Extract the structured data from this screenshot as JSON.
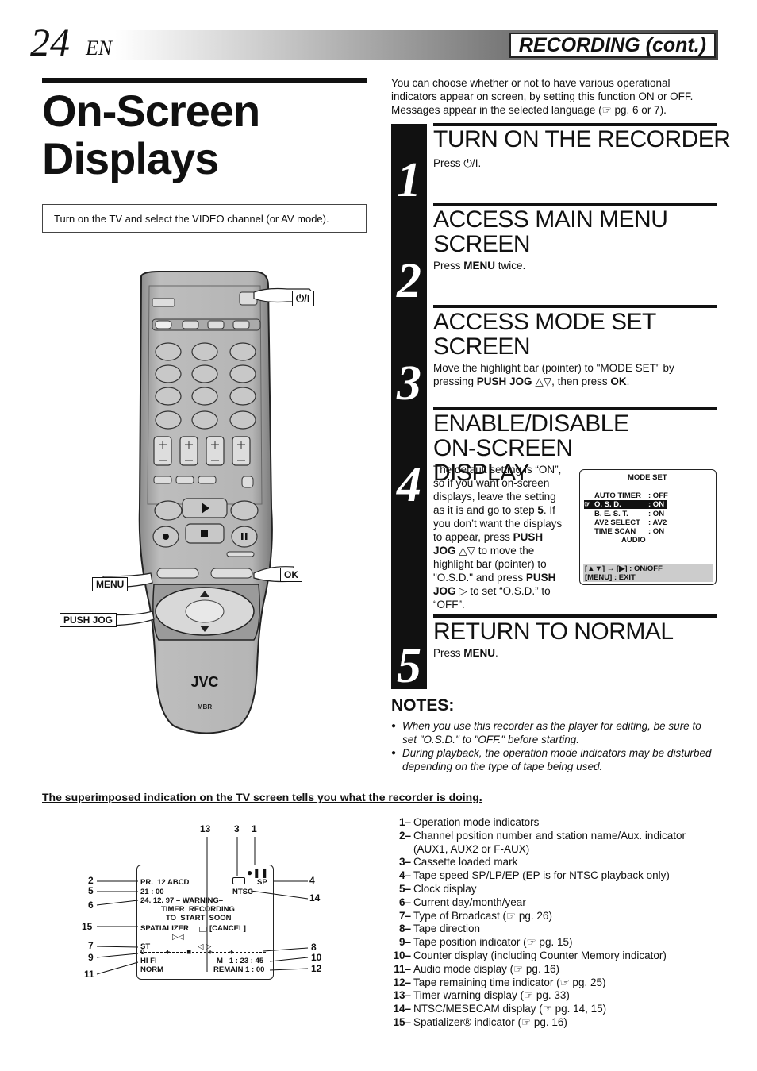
{
  "header": {
    "page_number": "24",
    "language": "EN",
    "section": "RECORDING (cont.)"
  },
  "title": {
    "line1": "On-Screen",
    "line2": "Displays"
  },
  "tv_instruction": "Turn on the TV and select the VIDEO channel (or AV mode).",
  "remote": {
    "power_label": "⏻/I",
    "menu_label": "MENU",
    "ok_label": "OK",
    "push_jog_label": "PUSH JOG",
    "brand": "JVC",
    "mbr": "MBR"
  },
  "intro": "You can choose whether or not to have various operational indicators appear on screen, by setting this function ON or OFF. Messages appear in the selected language (☞ pg. 6 or 7).",
  "steps": [
    {
      "num": "1",
      "title": "TURN ON THE RECORDER",
      "body_html": "Press ⏻/I."
    },
    {
      "num": "2",
      "title": "ACCESS MAIN MENU SCREEN",
      "body_html": "Press <b>MENU</b> twice."
    },
    {
      "num": "3",
      "title": "ACCESS MODE SET SCREEN",
      "body_html": "Move the highlight bar (pointer) to \"MODE SET\" by pressing <b>PUSH JOG</b> △▽, then press <b>OK</b>."
    },
    {
      "num": "4",
      "title": "ENABLE/DISABLE ON-SCREEN DISPLAY",
      "body_html": "The default setting is “ON”, so if you want on-screen displays, leave the setting as it is and go to step <b>5</b>. If you don’t want the displays to appear, press <b>PUSH JOG</b> △▽ to move the highlight bar (pointer) to \"O.S.D.\" and press <b>PUSH JOG</b> ▷ to set “O.S.D.” to “OFF”."
    },
    {
      "num": "5",
      "title": "RETURN TO NORMAL",
      "body_html": "Press <b>MENU</b>."
    }
  ],
  "mode_set": {
    "title": "MODE SET",
    "rows": [
      {
        "label": "AUTO TIMER",
        "value": ": OFF"
      },
      {
        "label": "O. S. D.",
        "value": ": ON"
      },
      {
        "label": "B. E. S. T.",
        "value": ": ON"
      },
      {
        "label": "AV2 SELECT",
        "value": ": AV2"
      },
      {
        "label": "TIME SCAN",
        "value": ": ON"
      },
      {
        "label": "AUDIO",
        "value": ""
      }
    ],
    "footer1": "[▲▼] → [▶] : ON/OFF",
    "footer2": "[MENU] : EXIT"
  },
  "notes": {
    "heading": "NOTES:",
    "items": [
      "When you use this recorder as the player for editing, be sure to set \"O.S.D.\" to  \"OFF.\" before starting.",
      "During playback, the operation mode indicators may be disturbed depending on the type of tape being used."
    ]
  },
  "superimposed_heading": "The superimposed indication on the TV screen tells you what the recorder is doing.",
  "tv_screen": {
    "pr": "PR.  12 ABCD",
    "speed": "SP",
    "clock": "21 : 00",
    "ntsc": "NTSC",
    "date": "24. 12. 97 – WARNING–",
    "warn1": "TIMER  RECORDING",
    "warn2": "TO  START  SOON",
    "spatializer": "SPATIALIZER",
    "cancel": "[CANCEL]",
    "st": "ST",
    "hifi": "HI FI",
    "counter": "M –1 : 23 : 45",
    "norm": "NORM",
    "remain": "REMAIN 1 : 00"
  },
  "callout_numbers": {
    "n13": "13",
    "n3": "3",
    "n1": "1",
    "n2": "2",
    "n5": "5",
    "n6": "6",
    "n4": "4",
    "n14": "14",
    "n15": "15",
    "n7": "7",
    "n9": "9",
    "n11": "11",
    "n8": "8",
    "n10": "10",
    "n12": "12"
  },
  "legend": [
    {
      "n": "1–",
      "t": "Operation mode indicators"
    },
    {
      "n": "2–",
      "t": "Channel position number and station name/Aux. indicator (AUX1, AUX2 or F-AUX)"
    },
    {
      "n": "3–",
      "t": "Cassette loaded mark"
    },
    {
      "n": "4–",
      "t": "Tape speed SP/LP/EP (EP is for NTSC playback only)"
    },
    {
      "n": "5–",
      "t": "Clock display"
    },
    {
      "n": "6–",
      "t": "Current day/month/year"
    },
    {
      "n": "7–",
      "t": "Type of Broadcast (☞ pg. 26)"
    },
    {
      "n": "8–",
      "t": "Tape direction"
    },
    {
      "n": "9–",
      "t": "Tape position indicator (☞ pg. 15)"
    },
    {
      "n": "10–",
      "t": "Counter display (including Counter Memory indicator)"
    },
    {
      "n": "11–",
      "t": "Audio mode display (☞ pg. 16)"
    },
    {
      "n": "12–",
      "t": "Tape remaining time indicator (☞ pg. 25)"
    },
    {
      "n": "13–",
      "t": "Timer warning display (☞ pg. 33)"
    },
    {
      "n": "14–",
      "t": "NTSC/MESECAM display (☞ pg. 14, 15)"
    },
    {
      "n": "15–",
      "t": "Spatializer® indicator (☞ pg. 16)"
    }
  ]
}
